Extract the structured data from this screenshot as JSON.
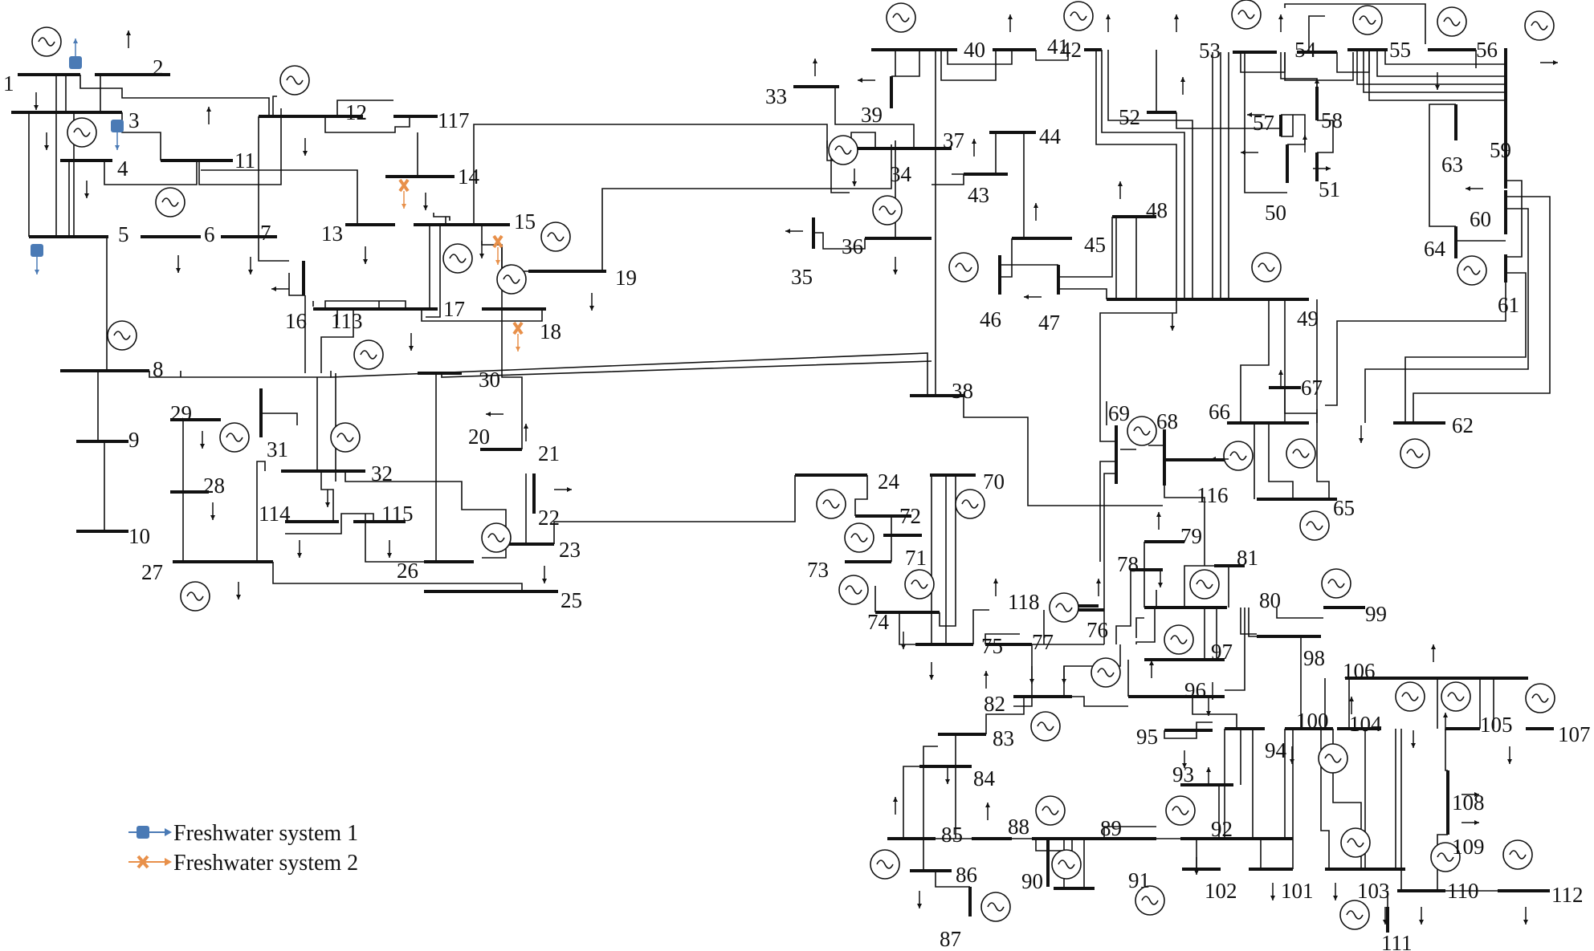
{
  "diagram": {
    "bus_labels": [
      "1",
      "2",
      "3",
      "4",
      "5",
      "6",
      "7",
      "8",
      "9",
      "10",
      "11",
      "12",
      "13",
      "14",
      "15",
      "16",
      "17",
      "18",
      "19",
      "20",
      "21",
      "22",
      "23",
      "24",
      "25",
      "26",
      "27",
      "28",
      "29",
      "30",
      "31",
      "32",
      "33",
      "34",
      "35",
      "36",
      "37",
      "38",
      "39",
      "40",
      "41",
      "42",
      "43",
      "44",
      "45",
      "46",
      "47",
      "48",
      "49",
      "50",
      "51",
      "52",
      "53",
      "54",
      "55",
      "56",
      "57",
      "58",
      "59",
      "60",
      "61",
      "62",
      "63",
      "64",
      "65",
      "66",
      "67",
      "68",
      "69",
      "70",
      "71",
      "72",
      "73",
      "74",
      "75",
      "76",
      "77",
      "78",
      "79",
      "80",
      "81",
      "82",
      "83",
      "84",
      "85",
      "86",
      "87",
      "88",
      "89",
      "90",
      "91",
      "92",
      "93",
      "94",
      "95",
      "96",
      "97",
      "98",
      "99",
      "100",
      "101",
      "102",
      "103",
      "104",
      "105",
      "106",
      "107",
      "108",
      "109",
      "110",
      "111",
      "112",
      "113",
      "114",
      "115",
      "116",
      "117",
      "118"
    ],
    "legend": [
      {
        "label": "Freshwater system 1",
        "color": "#4a7ab5",
        "marker": "square-arrow"
      },
      {
        "label": "Freshwater system 2",
        "color": "#e8904a",
        "marker": "x-arrow"
      }
    ],
    "colors": {
      "line": "#111111",
      "freshwater_1": "#4a7ab5",
      "freshwater_2": "#e8904a"
    }
  }
}
